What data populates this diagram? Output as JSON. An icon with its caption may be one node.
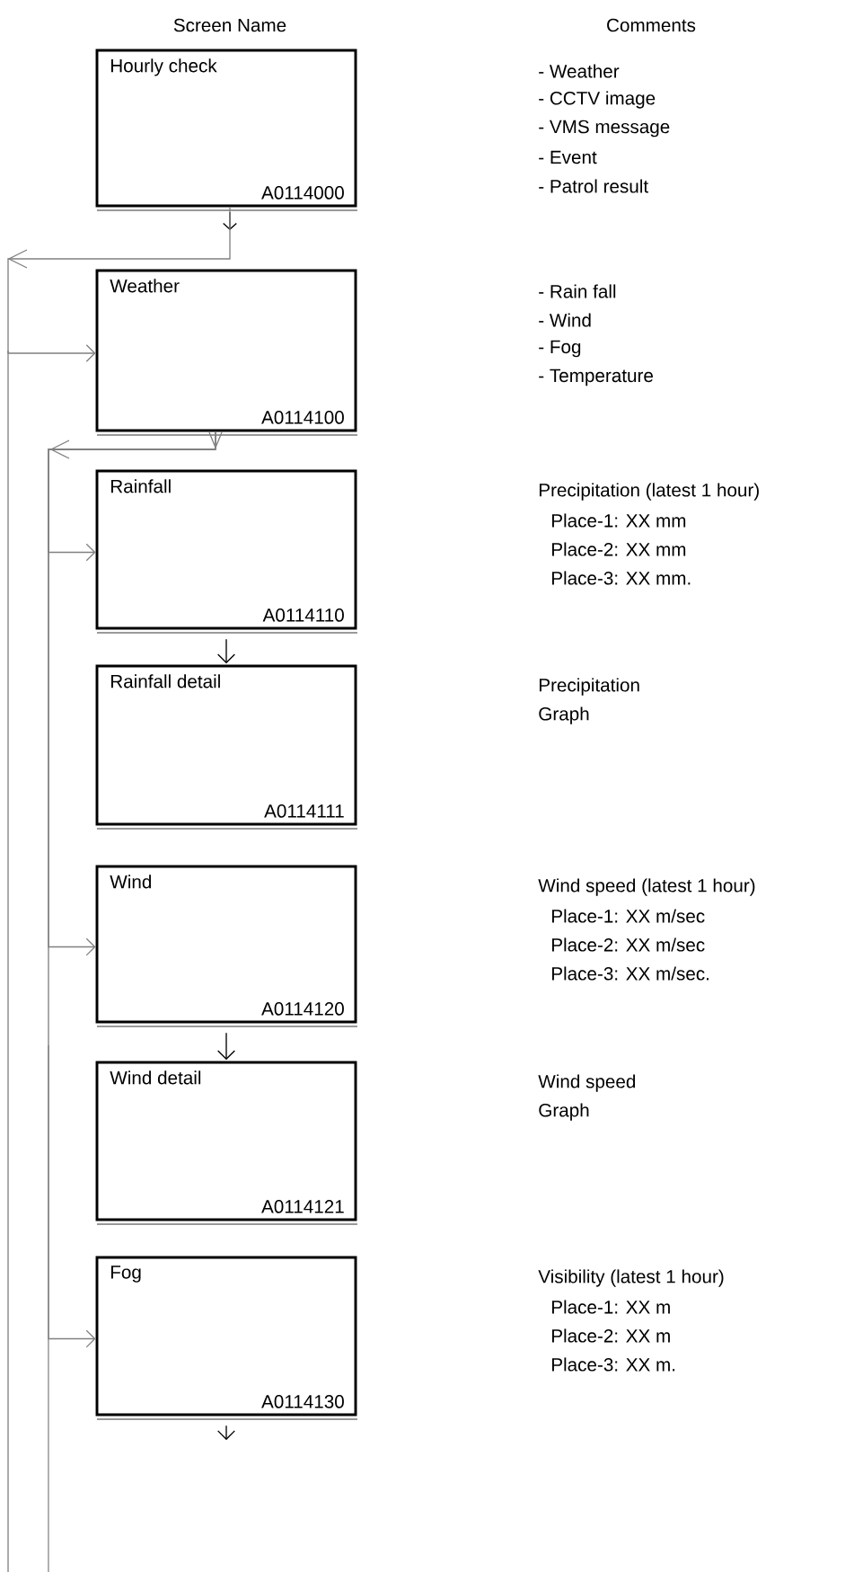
{
  "diagram": {
    "nodes": [
      {
        "text": [
          "Hourly check",
          "A0114000"
        ],
        "beside": [
          "- Weather",
          "- CCTV image",
          "- VMS message",
          "- Event",
          "- Patrol result"
        ]
      },
      {
        "text": [
          "Weather",
          "A0114100"
        ],
        "beside": [
          "- Rain fall",
          "- Wind",
          "- Fog",
          "- Temperature"
        ]
      },
      {
        "text": [
          "Rainfall",
          "A0114110"
        ],
        "beside": [
          "Precipitation (latest 1 hour)",
          "Place-1: XX mm",
          "Place-2: XX mm",
          "Place-3: XX mm."
        ]
      },
      {
        "text": [
          "Rainfall detail",
          "A0114111"
        ],
        "beside": [
          "Precipitation",
          "Graph"
        ]
      },
      {
        "text": [
          "Wind",
          "A0114120"
        ],
        "beside": [
          "Wind speed (latest 1 hour)",
          "Place-1: XX m/sec",
          "Place-2: XX m/sec",
          "Place-3: XX m/sec."
        ]
      },
      {
        "text": [
          "Wind detail",
          "A0114121"
        ],
        "beside": [
          "Wind speed",
          "Graph"
        ]
      },
      {
        "text": [
          "Fog",
          "A0114130"
        ],
        "beside": [
          "Visibility (latest 1 hour)",
          "Place-1: XX m",
          "Place-2: XX m",
          "Place-3: XX m."
        ]
      }
    ],
    "edges": [
      {
        "from": 0,
        "to": 1,
        "arrow": "to"
      },
      {
        "from": 1,
        "to": 2,
        "arrow": "to"
      },
      {
        "from": 1,
        "to": 4,
        "arrow": "to"
      },
      {
        "from": 1,
        "to": 6,
        "arrow": "to"
      },
      {
        "from": 2,
        "to": 3,
        "arrow": "to",
        "color": "#000000"
      },
      {
        "from": 4,
        "to": 5,
        "arrow": "to",
        "color": "#000000"
      },
      {
        "from": 6,
        "to": null,
        "arrow": "to",
        "color": "#000000"
      }
    ],
    "labels": [
      "Screen Name",
      "Comments"
    ]
  }
}
